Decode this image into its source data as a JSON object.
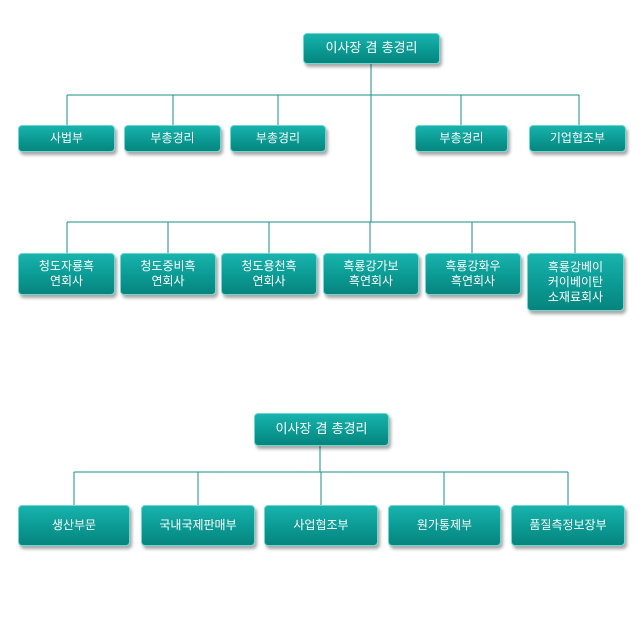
{
  "chart1": {
    "root": "이사장 겸 총경리",
    "departments": [
      "사법부",
      "부총경리",
      "부총경리",
      "부총경리",
      "기업협조부"
    ],
    "companies": [
      [
        "청도자룡흑",
        "연회사"
      ],
      [
        "청도중비흑",
        "연회사"
      ],
      [
        "청도용천흑",
        "연회사"
      ],
      [
        "흑룡강가보",
        "흑연회사"
      ],
      [
        "흑룡강화우",
        "흑연회사"
      ],
      [
        "흑룡강베이",
        "커이베이탄",
        "소재료회사"
      ]
    ]
  },
  "chart2": {
    "root": "이사장 겸 총경리",
    "departments": [
      "생산부문",
      "국내국제판매부",
      "사업협조부",
      "원가통제부",
      "품질측정보장부"
    ]
  },
  "colors": {
    "box_fill": "#0a9a93",
    "box_border": "#6fd7d2",
    "line": "#1a8f8a",
    "text": "#ffffff"
  }
}
